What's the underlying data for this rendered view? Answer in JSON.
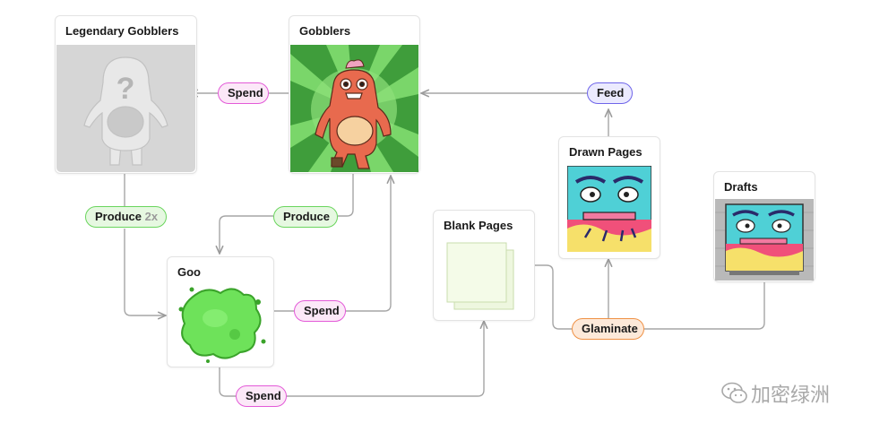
{
  "cards": {
    "legendary": {
      "title": "Legendary Gobblers"
    },
    "gobblers": {
      "title": "Gobblers"
    },
    "goo": {
      "title": "Goo"
    },
    "blank_pages": {
      "title": "Blank Pages"
    },
    "drawn_pages": {
      "title": "Drawn Pages"
    },
    "drafts": {
      "title": "Drafts"
    }
  },
  "pills": {
    "spend_top": "Spend",
    "produce_2x_label": "Produce",
    "produce_2x_multiplier": "2x",
    "produce": "Produce",
    "spend_mid": "Spend",
    "spend_bottom": "Spend",
    "feed": "Feed",
    "glaminate": "Glaminate"
  },
  "watermark": {
    "text": "加密绿洲",
    "icon": "wechat-icon"
  },
  "colors": {
    "spend_border": "#e35ad8",
    "produce_border": "#6ad55d",
    "feed_border": "#6f65ea",
    "glaminate_border": "#ef9145",
    "connector": "#9a9a9a"
  }
}
